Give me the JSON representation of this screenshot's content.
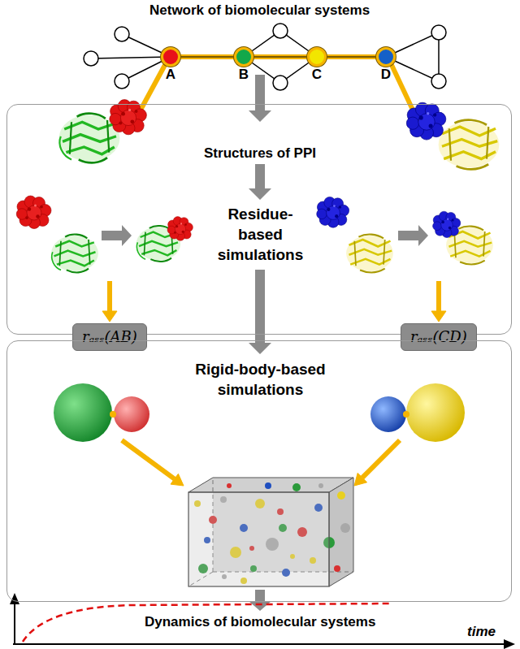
{
  "diagram": {
    "title": "Network of biomolecular systems",
    "nodes": [
      {
        "text": [
          "A"
        ]
      },
      {
        "text": [
          "B"
        ]
      },
      {
        "text": [
          "C"
        ]
      },
      {
        "text": [
          "D"
        ]
      },
      {
        "text": [
          "Structures of PPI",
          "Residue-based simulations"
        ]
      },
      {
        "text": [
          "rₐₛₛ(AB)"
        ]
      },
      {
        "text": [
          "rₐₛₛ(CD)"
        ]
      },
      {
        "text": [
          "Rigid-body-based simulations"
        ]
      }
    ],
    "edges": [
      {
        "from": 0,
        "to": 1,
        "arrow": "none"
      },
      {
        "from": 1,
        "to": 2,
        "arrow": "none"
      },
      {
        "from": 2,
        "to": 3,
        "arrow": "none"
      }
    ],
    "labels": [
      "Dynamics of biomolecular systems",
      "time"
    ]
  }
}
